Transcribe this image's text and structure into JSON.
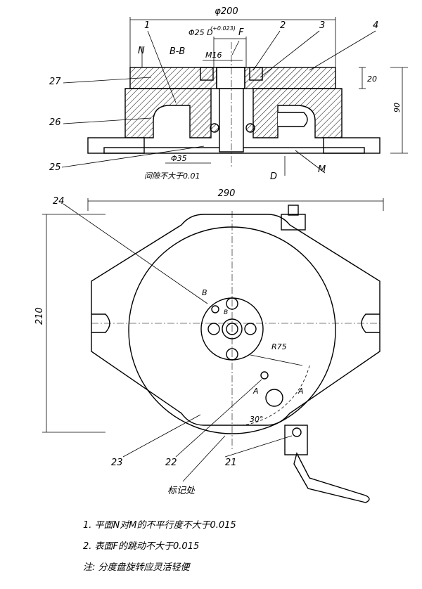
{
  "dimensions": {
    "phi200": "φ200",
    "phi25": "Φ25 D",
    "phi25_tol": "(+0.023)",
    "m16": "M16",
    "section": "B-B",
    "surface_f": "F",
    "surface_n": "N",
    "surface_m": "M",
    "view_d": "D",
    "h20": "20",
    "h90": "90",
    "phi35": "Φ35",
    "gap_note": "间隙不大于0.01",
    "w290": "290",
    "h210": "210",
    "r75": "R75",
    "angle30": "30°",
    "b_upper": "B",
    "b_lower": "B",
    "a_left": "A",
    "a_right": "A",
    "mark_place": "标记处"
  },
  "parts": {
    "p1": "1",
    "p2": "2",
    "p3": "3",
    "p4": "4",
    "p27": "27",
    "p26": "26",
    "p25": "25",
    "p24": "24",
    "p23": "23",
    "p22": "22",
    "p21": "21"
  },
  "notes": {
    "n1": "1.  平面N对M的不平行度不大于0.015",
    "n2": "2.  表面F的跳动不大于0.015",
    "n3": "注: 分度盘旋转应灵活轻便"
  }
}
